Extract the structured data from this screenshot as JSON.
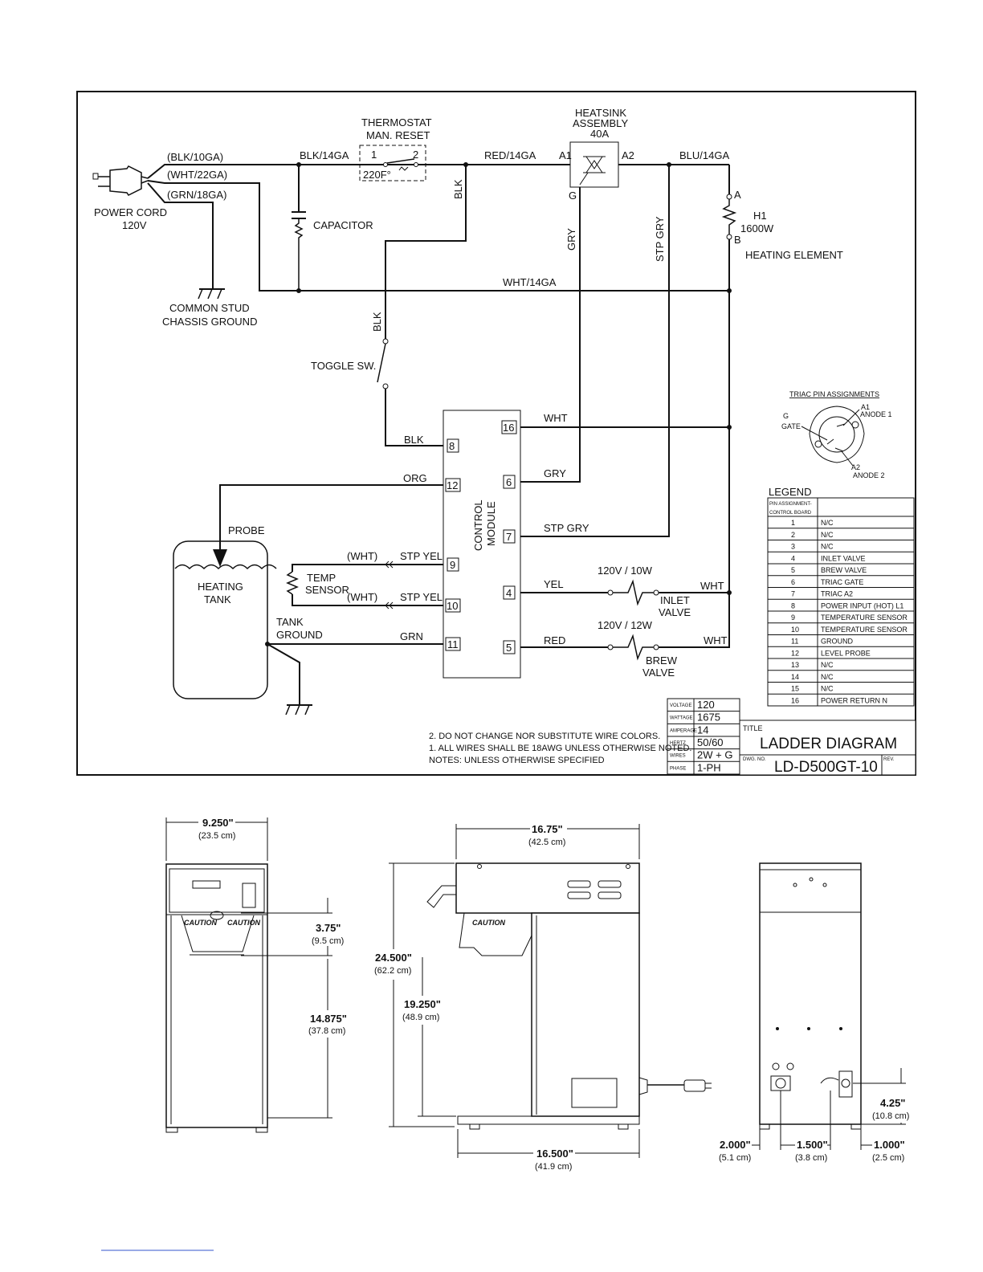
{
  "wiring": {
    "top_wires": [
      "(BLK/10GA)",
      "(WHT/22GA)",
      "(GRN/18GA)"
    ],
    "power_cord": [
      "POWER CORD",
      "120V"
    ],
    "ground": [
      "COMMON STUD",
      "CHASSIS GROUND"
    ],
    "blk14": "BLK/14GA",
    "thermostat": [
      "THERMOSTAT",
      "MAN. RESET"
    ],
    "thermo_pins": [
      "1",
      "2"
    ],
    "thermo_temp": "220F°",
    "capacitor": "CAPACITOR",
    "red14": "RED/14GA",
    "heatsink": [
      "HEATSINK",
      "ASSEMBLY",
      "40A"
    ],
    "a1": "A1",
    "a2": "A2",
    "g": "G",
    "blu14": "BLU/14GA",
    "elem_a": "A",
    "elem_b": "B",
    "h1": [
      "H1",
      "1600W"
    ],
    "heating_element": "HEATING ELEMENT",
    "wht14": "WHT/14GA",
    "blk": "BLK",
    "gry": "GRY",
    "stp_gry": "STP GRY",
    "toggle": "TOGGLE SW.",
    "module_label": [
      "CONTROL",
      "MODULE"
    ],
    "left_pins": [
      "8",
      "12",
      "9",
      "10",
      "11"
    ],
    "right_pins": [
      "16",
      "6",
      "7",
      "4",
      "5"
    ],
    "left_wires": [
      "BLK",
      "ORG",
      "STP YEL",
      "STP YEL",
      "GRN"
    ],
    "right_wires": [
      "WHT",
      "GRY",
      "STP GRY",
      "YEL",
      "RED"
    ],
    "probe": "PROBE",
    "heating_tank": [
      "HEATING",
      "TANK"
    ],
    "temp_sensor": [
      "TEMP",
      "SENSOR"
    ],
    "sensor_wht": "(WHT)",
    "tank_ground": [
      "TANK",
      "GROUND"
    ],
    "inlet_rating": "120V / 10W",
    "inlet_valve": [
      "INLET",
      "VALVE"
    ],
    "brew_rating": "120V / 12W",
    "brew_valve": [
      "BREW",
      "VALVE"
    ],
    "wht": "WHT"
  },
  "triac": {
    "title": "TRIAC PIN ASSIGNMENTS",
    "g": [
      "G",
      "GATE"
    ],
    "a1": [
      "A1",
      "ANODE 1"
    ],
    "a2": [
      "A2",
      "ANODE 2"
    ]
  },
  "legend": {
    "title": "LEGEND",
    "header": [
      "PIN ASSIGNMENT-",
      "CONTROL BOARD"
    ],
    "rows": [
      {
        "pin": "1",
        "desc": "N/C"
      },
      {
        "pin": "2",
        "desc": "N/C"
      },
      {
        "pin": "3",
        "desc": "N/C"
      },
      {
        "pin": "4",
        "desc": "INLET VALVE"
      },
      {
        "pin": "5",
        "desc": "BREW VALVE"
      },
      {
        "pin": "6",
        "desc": "TRIAC GATE"
      },
      {
        "pin": "7",
        "desc": "TRIAC A2"
      },
      {
        "pin": "8",
        "desc": "POWER INPUT (HOT) L1"
      },
      {
        "pin": "9",
        "desc": "TEMPERATURE SENSOR"
      },
      {
        "pin": "10",
        "desc": "TEMPERATURE SENSOR"
      },
      {
        "pin": "11",
        "desc": "GROUND"
      },
      {
        "pin": "12",
        "desc": "LEVEL PROBE"
      },
      {
        "pin": "13",
        "desc": "N/C"
      },
      {
        "pin": "14",
        "desc": "N/C"
      },
      {
        "pin": "15",
        "desc": "N/C"
      },
      {
        "pin": "16",
        "desc": "POWER RETURN  N"
      }
    ]
  },
  "specs": [
    {
      "label": "VOLTAGE",
      "value": "120"
    },
    {
      "label": "WATTAGE",
      "value": "1675"
    },
    {
      "label": "AMPERAGE",
      "value": "14"
    },
    {
      "label": "HERTZ",
      "value": "50/60"
    },
    {
      "label": "WIRES",
      "value": "2W + G"
    },
    {
      "label": "PHASE",
      "value": "1-PH"
    }
  ],
  "notes": [
    "2.  DO NOT CHANGE NOR SUBSTITUTE WIRE COLORS.",
    "1.  ALL WIRES SHALL BE 18AWG UNLESS OTHERWISE NOTED.",
    "NOTES: UNLESS OTHERWISE SPECIFIED"
  ],
  "title_block": {
    "title_label": "TITLE",
    "title": "LADDER DIAGRAM",
    "dwg_label": "DWG. NO.",
    "dwg_no": "LD-D500GT-10",
    "rev_label": "REV."
  },
  "front_view": {
    "caution": "CAUTION",
    "width": [
      "9.250\"",
      "(23.5 cm)"
    ],
    "upper": [
      "3.75\"",
      "(9.5 cm)"
    ],
    "lower": [
      "14.875\"",
      "(37.8 cm)"
    ]
  },
  "side_view": {
    "caution": "CAUTION",
    "top_width": [
      "16.75\"",
      "(42.5 cm)"
    ],
    "height": [
      "24.500\"",
      "(62.2 cm)"
    ],
    "clearance": [
      "19.250\"",
      "(48.9 cm)"
    ],
    "base_width": [
      "16.500\"",
      "(41.9 cm)"
    ]
  },
  "rear_view": {
    "h": [
      "4.25\"",
      "(10.8 cm)"
    ],
    "d1": [
      "2.000\"",
      "(5.1 cm)"
    ],
    "d2": [
      "1.500\"",
      "(3.8 cm)"
    ],
    "d3": [
      "1.000\"",
      "(2.5 cm)"
    ]
  }
}
